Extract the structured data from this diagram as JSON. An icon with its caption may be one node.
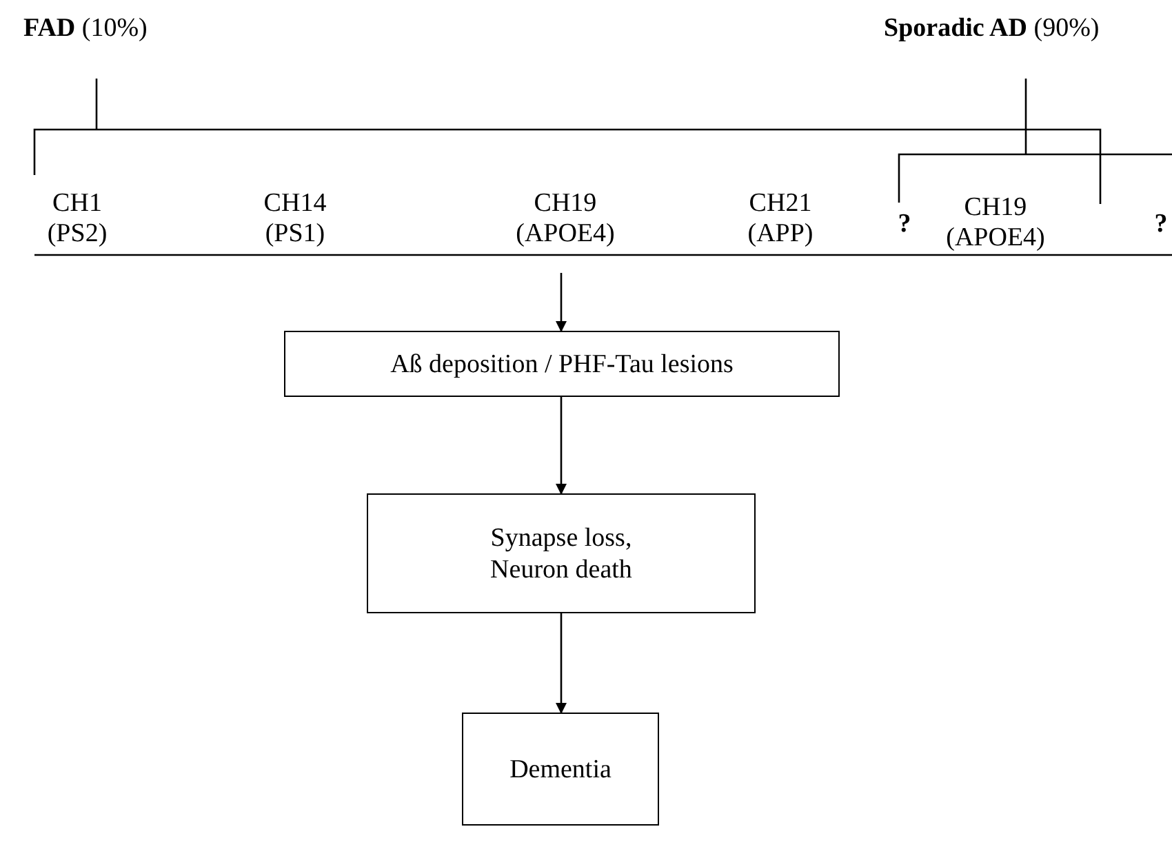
{
  "diagram": {
    "nodes": [
      {
        "text": [
          "Aß deposition / PHF-Tau lesions"
        ]
      },
      {
        "text": [
          "Synapse loss, Neuron death"
        ]
      },
      {
        "text": [
          "Dementia"
        ]
      }
    ],
    "edges": [
      {
        "from": null,
        "to": 0,
        "arrow": "to"
      },
      {
        "from": 0,
        "to": 1,
        "arrow": "to"
      },
      {
        "from": 1,
        "to": 2,
        "arrow": "to"
      }
    ],
    "labels": [
      "**FAD** (10%)",
      "**Sporadic AD** (90%)",
      "CH1 (PS2)",
      "CH14 (PS1)",
      "CH19 (APOE4)",
      "CH21 (APP)",
      "?",
      "CH19 (APOE4)",
      "?"
    ]
  }
}
